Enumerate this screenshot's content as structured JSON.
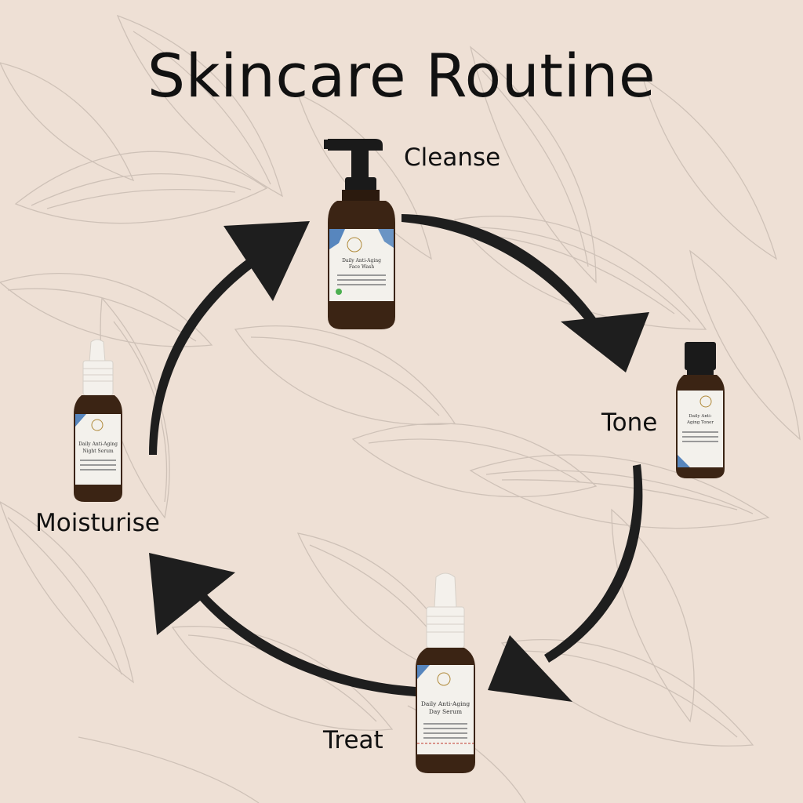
{
  "title": "Skincare Routine",
  "steps": [
    {
      "label": "Cleanse",
      "product": {
        "name_line1": "Daily Anti-Aging",
        "name_line2": "Face Wash",
        "type": "pump-bottle"
      }
    },
    {
      "label": "Tone",
      "product": {
        "name_line1": "Daily Anti-",
        "name_line2": "Aging Toner",
        "type": "screw-cap-bottle"
      }
    },
    {
      "label": "Treat",
      "product": {
        "name_line1": "Daily Anti-Aging",
        "name_line2": "Day Serum",
        "type": "dropper-bottle"
      }
    },
    {
      "label": "Moisturise",
      "product": {
        "name_line1": "Daily Anti-Aging",
        "name_line2": "Night Serum",
        "type": "dropper-bottle"
      }
    }
  ],
  "arrow_icon": "curved-arrow-icon",
  "colors": {
    "background": "#eee0d5",
    "arrows": "#1e1e1e",
    "bottle_glass": "#3b2414",
    "cap_black": "#1a1a1a",
    "dropper_white": "#f4f1ec",
    "label_paper": "#f3f1ec",
    "accent_blue": "#2f6cb3",
    "accent_red": "#c0392b"
  }
}
